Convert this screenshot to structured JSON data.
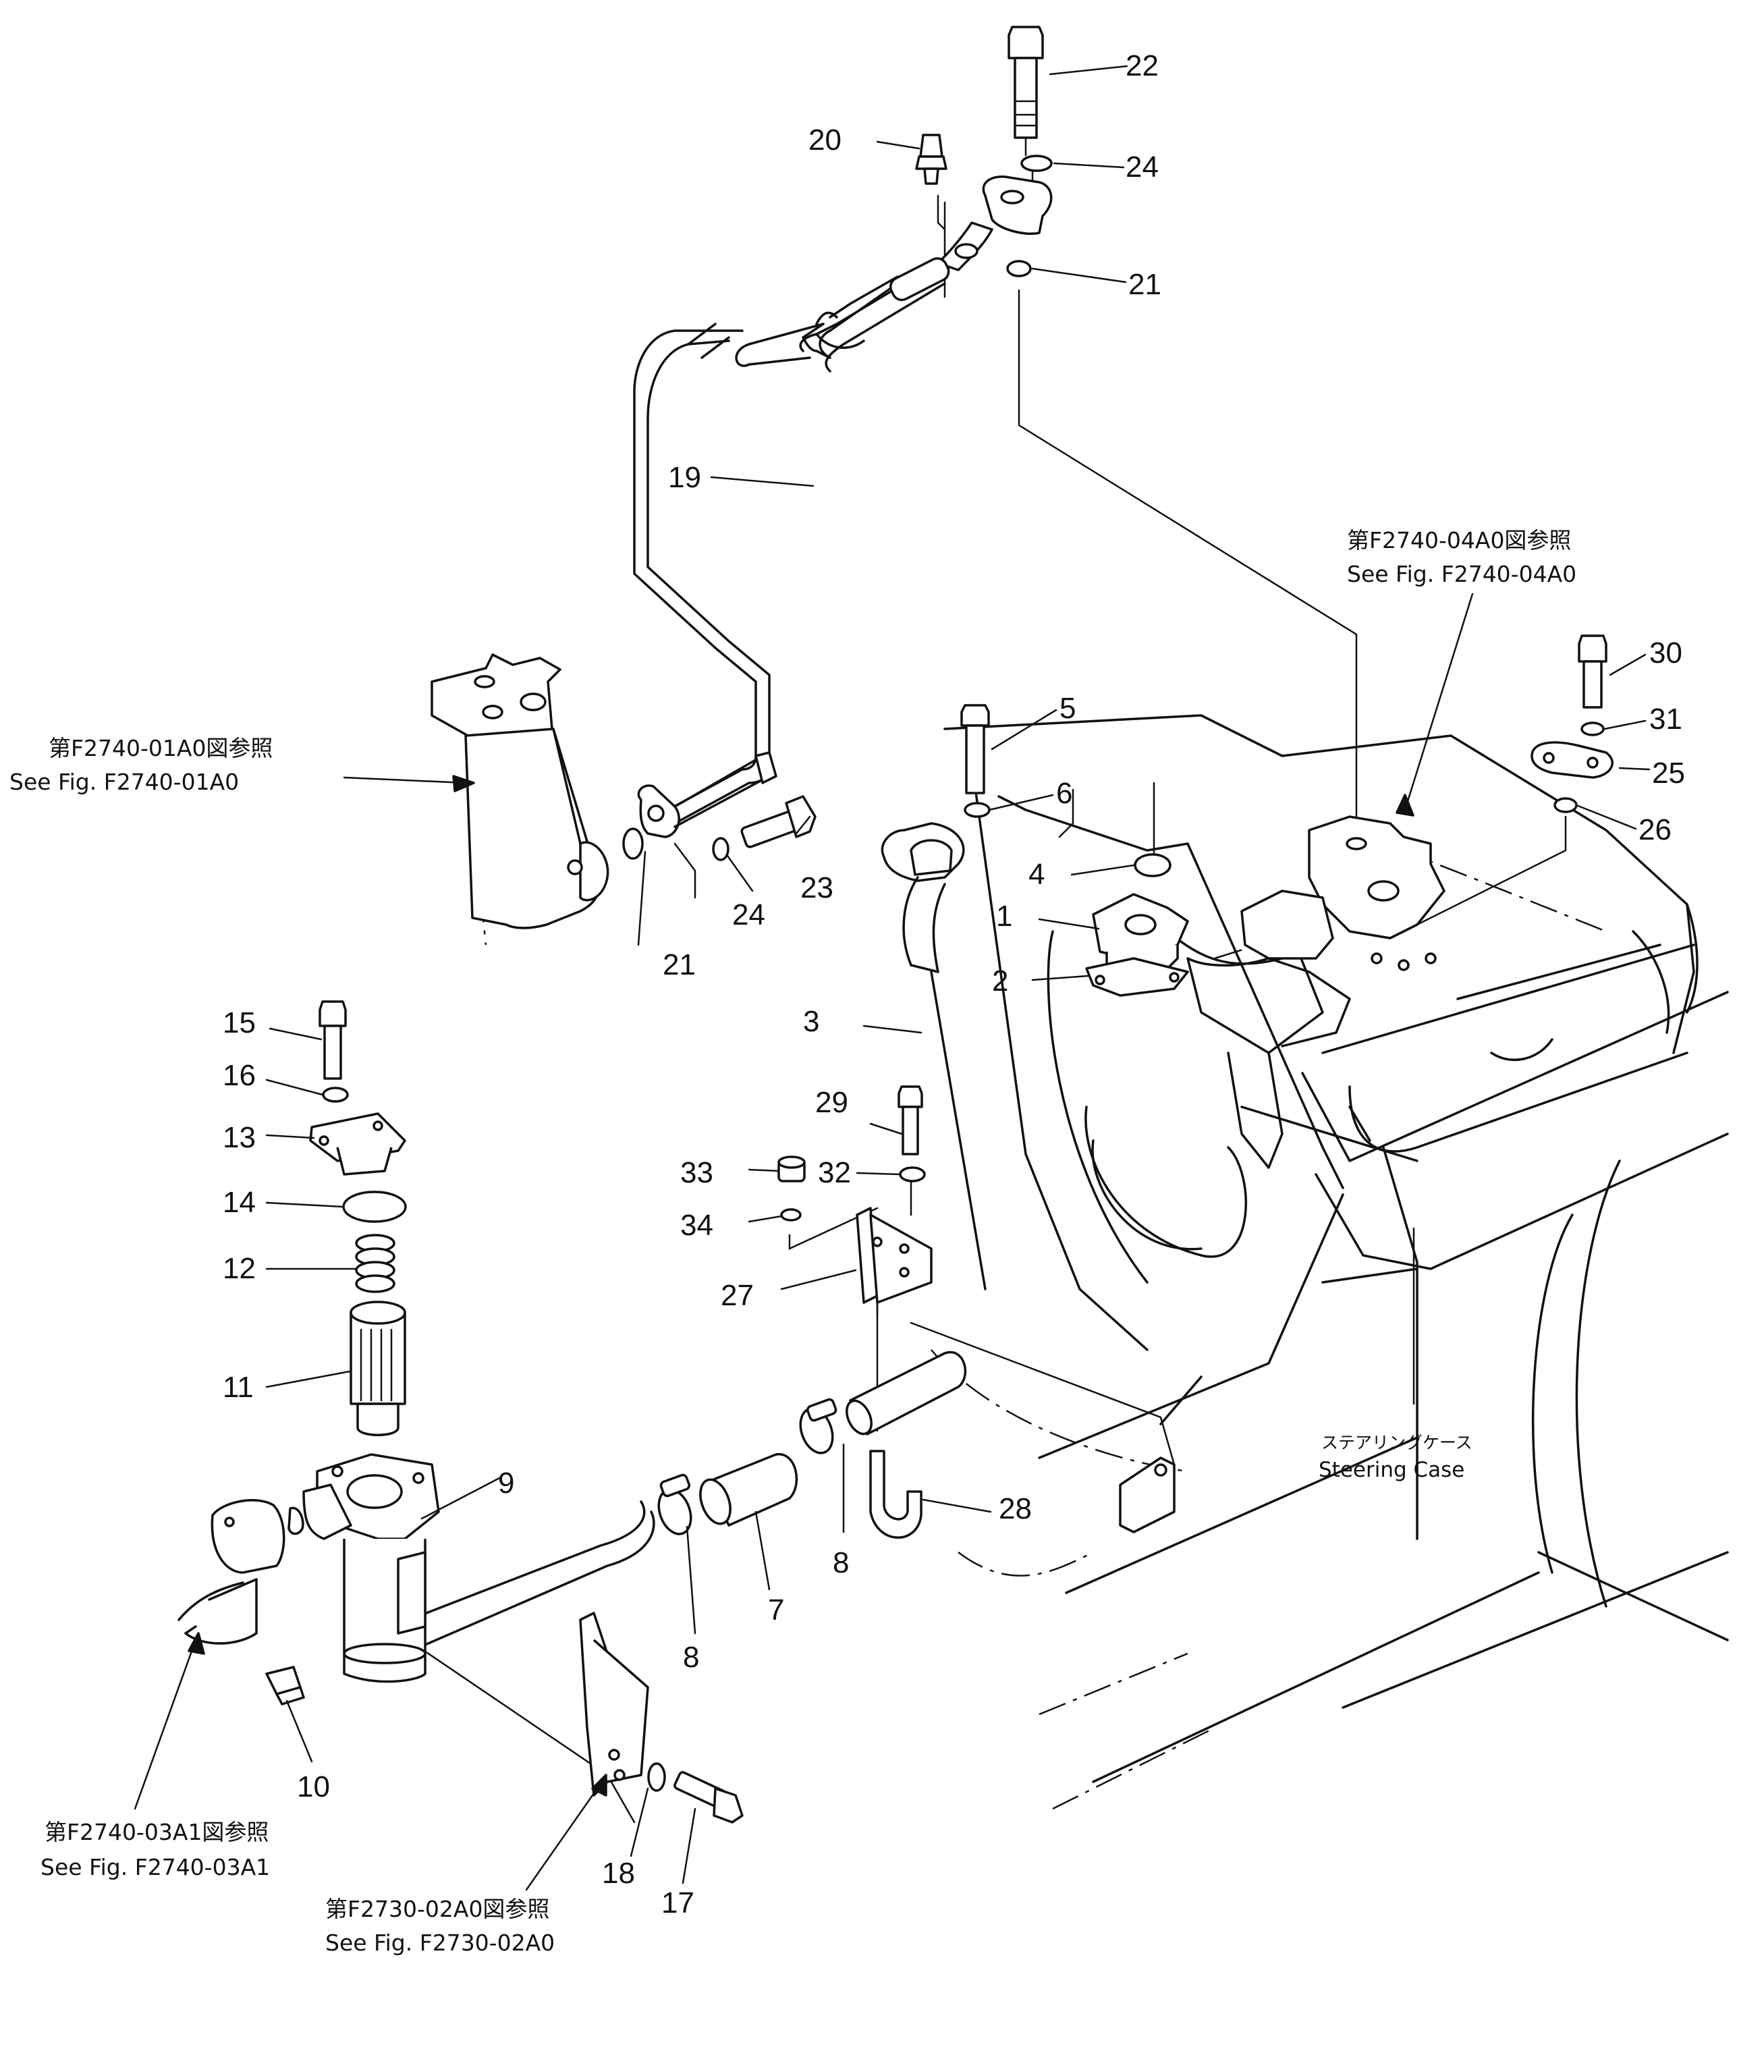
{
  "part_numbers": [
    "1",
    "2",
    "3",
    "4",
    "5",
    "6",
    "7",
    "8",
    "8",
    "9",
    "10",
    "11",
    "12",
    "13",
    "14",
    "15",
    "16",
    "17",
    "18",
    "19",
    "20",
    "21",
    "21",
    "22",
    "23",
    "24",
    "24",
    "25",
    "26",
    "27",
    "28",
    "29",
    "30",
    "31",
    "32",
    "33",
    "34"
  ],
  "references": {
    "f2740_04a0": {
      "jp": "第F2740-04A0図参照",
      "en": "See Fig. F2740-04A0"
    },
    "f2740_01a0": {
      "jp": "第F2740-01A0図参照",
      "en": "See Fig. F2740-01A0"
    },
    "f2740_03a1": {
      "jp": "第F2740-03A1図参照",
      "en": "See Fig. F2740-03A1"
    },
    "f2730_02a0": {
      "jp": "第F2730-02A0図参照",
      "en": "See Fig. F2730-02A0"
    }
  },
  "steering_case": {
    "jp": "ステアリングケース",
    "en": "Steering  Case"
  }
}
